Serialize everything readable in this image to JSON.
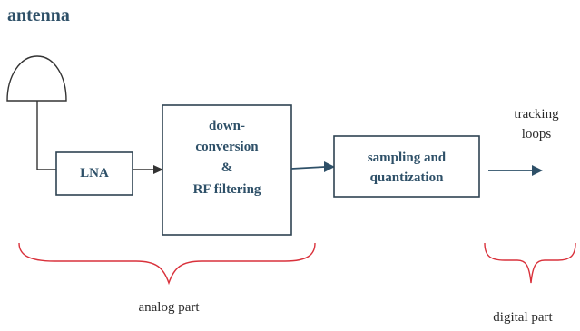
{
  "title": "antenna",
  "blocks": {
    "lna": "LNA",
    "downconv_line1": "down-",
    "downconv_line2": "conversion",
    "downconv_line3": "&",
    "downconv_line4": "RF filtering",
    "sampling_line1": "sampling and",
    "sampling_line2": "quantization"
  },
  "labels": {
    "tracking_line1": "tracking",
    "tracking_line2": "loops",
    "analog": "analog part",
    "digital": "digital part"
  },
  "colors": {
    "text_blue": "#2e5068",
    "box_border": "#2e4352",
    "arrow_blue": "#2e5068",
    "brace_red": "#d9313b"
  }
}
